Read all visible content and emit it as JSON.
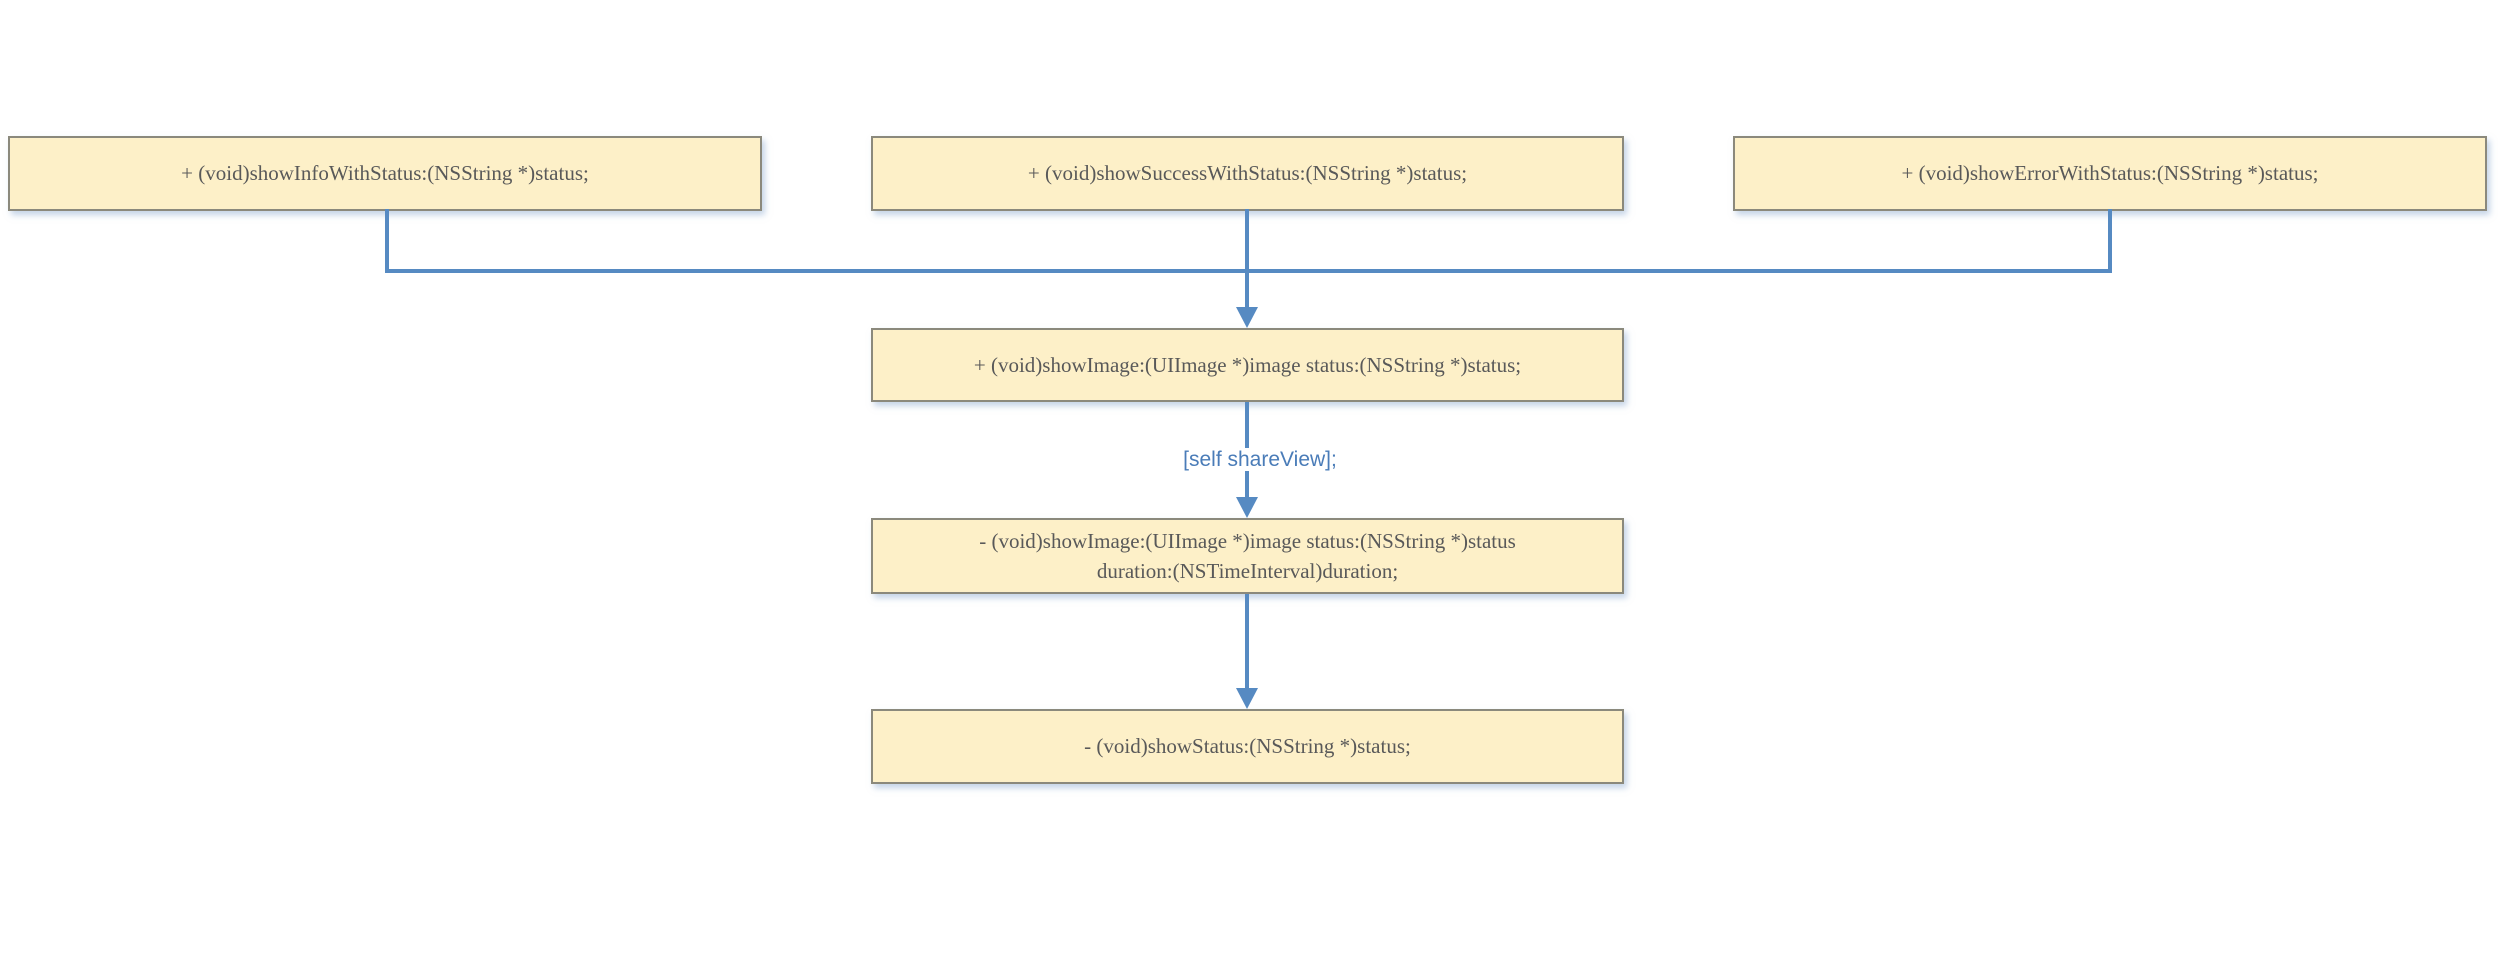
{
  "theme": {
    "canvas_bg": "#ffffff",
    "box_fill": "#fdf0c8",
    "box_border": "#8b897c",
    "box_text": "#595959",
    "connector_blue": "#568ac2",
    "edge_label_blue": "#4a7cb8"
  },
  "nodes": {
    "show_info": "+ (void)showInfoWithStatus:(NSString *)status;",
    "show_success": "+ (void)showSuccessWithStatus:(NSString *)status;",
    "show_error": "+ (void)showErrorWithStatus:(NSString *)status;",
    "show_image": "+ (void)showImage:(UIImage *)image status:(NSString *)status;",
    "show_image_duration_line1": "- (void)showImage:(UIImage *)image status:(NSString *)status",
    "show_image_duration_line2": "duration:(NSTimeInterval)duration;",
    "show_status": "- (void)showStatus:(NSString *)status;"
  },
  "edge_label": "[self shareView];"
}
